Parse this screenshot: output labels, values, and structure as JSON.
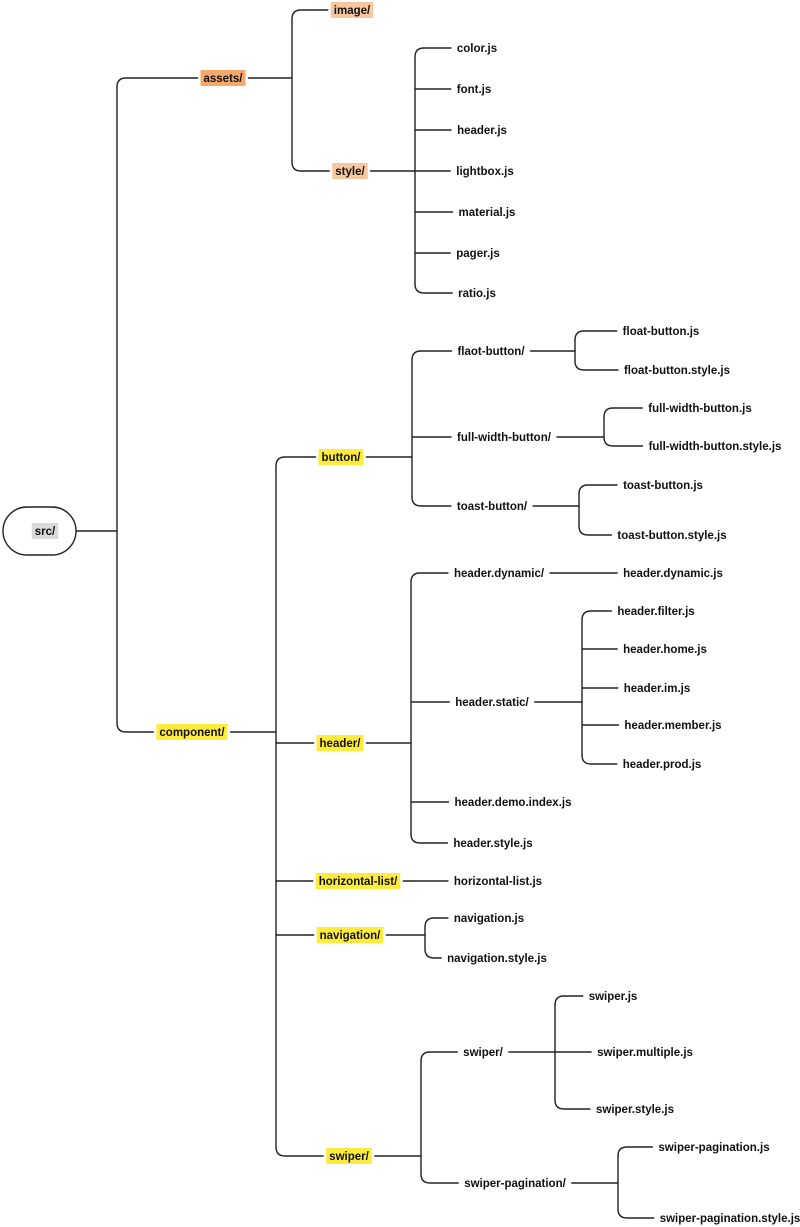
{
  "colors": {
    "root": "#d9d9d9",
    "level1": "#f6a96b",
    "level2_assets": "#f8c7a0",
    "level2_component": "#ffeb3b",
    "level3": "#fff3a6",
    "line": "#222222"
  },
  "tree": {
    "label": "src/",
    "children": [
      {
        "label": "assets/",
        "children": [
          {
            "label": "image/"
          },
          {
            "label": "style/",
            "children": [
              {
                "label": "color.js"
              },
              {
                "label": "font.js"
              },
              {
                "label": "header.js"
              },
              {
                "label": "lightbox.js"
              },
              {
                "label": "material.js"
              },
              {
                "label": "pager.js"
              },
              {
                "label": "ratio.js"
              }
            ]
          }
        ]
      },
      {
        "label": "component/",
        "children": [
          {
            "label": "button/",
            "children": [
              {
                "label": "flaot-button/",
                "children": [
                  {
                    "label": "float-button.js"
                  },
                  {
                    "label": "float-button.style.js"
                  }
                ]
              },
              {
                "label": "full-width-button/",
                "children": [
                  {
                    "label": "full-width-button.js"
                  },
                  {
                    "label": "full-width-button.style.js"
                  }
                ]
              },
              {
                "label": "toast-button/",
                "children": [
                  {
                    "label": "toast-button.js"
                  },
                  {
                    "label": "toast-button.style.js"
                  }
                ]
              }
            ]
          },
          {
            "label": "header/",
            "children": [
              {
                "label": "header.dynamic/",
                "children": [
                  {
                    "label": "header.dynamic.js"
                  }
                ]
              },
              {
                "label": "header.static/",
                "children": [
                  {
                    "label": "header.filter.js"
                  },
                  {
                    "label": "header.home.js"
                  },
                  {
                    "label": "header.im.js"
                  },
                  {
                    "label": "header.member.js"
                  },
                  {
                    "label": "header.prod.js"
                  }
                ]
              },
              {
                "label": "header.demo.index.js"
              },
              {
                "label": "header.style.js"
              }
            ]
          },
          {
            "label": "horizontal-list/",
            "children": [
              {
                "label": "horizontal-list.js"
              }
            ]
          },
          {
            "label": "navigation/",
            "children": [
              {
                "label": "navigation.js"
              },
              {
                "label": "navigation.style.js"
              }
            ]
          },
          {
            "label": "swiper/",
            "children": [
              {
                "label": "swiper/",
                "children": [
                  {
                    "label": "swiper.js"
                  },
                  {
                    "label": "swiper.multiple.js"
                  },
                  {
                    "label": "swiper.style.js"
                  }
                ]
              },
              {
                "label": "swiper-pagination/",
                "children": [
                  {
                    "label": "swiper-pagination.js"
                  },
                  {
                    "label": "swiper-pagination.style.js"
                  }
                ]
              }
            ]
          }
        ]
      }
    ]
  }
}
